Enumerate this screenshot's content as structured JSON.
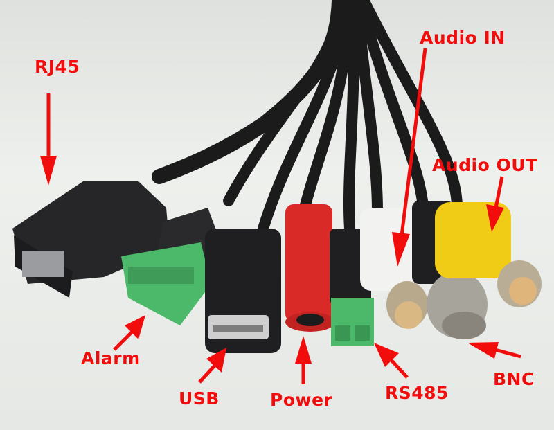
{
  "image": {
    "description": "Photo of a multi-connector camera pigtail cable with red annotation labels and arrows",
    "accent_color": "#f20d0d"
  },
  "labels": {
    "rj45": "RJ45",
    "audio_in": "Audio IN",
    "audio_out": "Audio OUT",
    "alarm": "Alarm",
    "usb": "USB",
    "power": "Power",
    "rs485": "RS485",
    "bnc": "BNC"
  }
}
